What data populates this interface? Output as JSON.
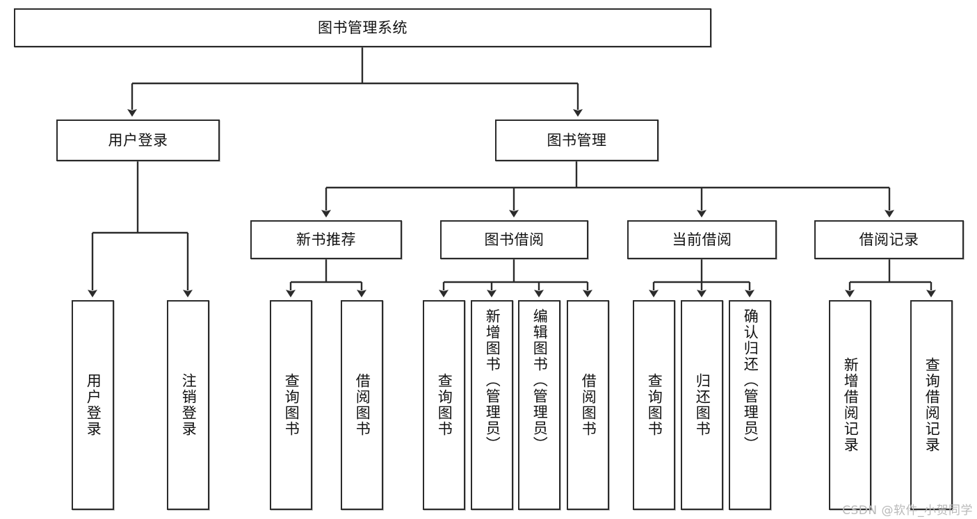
{
  "diagram": {
    "title": "图书管理系统",
    "type": "tree",
    "watermark": "CSDN @软件_小贺同学",
    "colors": {
      "box_border": "#2b2b2b",
      "box_fill": "#ffffff",
      "connector": "#2b2b2b",
      "watermark": "#b9b9b9",
      "background": "#ffffff"
    }
  },
  "nodes": {
    "root": {
      "label": "图书管理系统"
    },
    "level2": [
      {
        "id": "user-login",
        "label": "用户登录"
      },
      {
        "id": "book-management",
        "label": "图书管理"
      }
    ],
    "level3": [
      {
        "id": "new-book-recommend",
        "label": "新书推荐",
        "parent": "book-management"
      },
      {
        "id": "book-borrow",
        "label": "图书借阅",
        "parent": "book-management"
      },
      {
        "id": "current-borrow",
        "label": "当前借阅",
        "parent": "book-management"
      },
      {
        "id": "borrow-record",
        "label": "借阅记录",
        "parent": "book-management"
      }
    ],
    "level4": {
      "user-login": [
        {
          "id": "leaf-user-login",
          "label": "用户登录"
        },
        {
          "id": "leaf-user-logout",
          "label": "注销登录"
        }
      ],
      "new-book-recommend": [
        {
          "id": "leaf-query-book-1",
          "label": "查询图书"
        },
        {
          "id": "leaf-borrow-book-1",
          "label": "借阅图书"
        }
      ],
      "book-borrow": [
        {
          "id": "leaf-query-book-2",
          "label": "查询图书"
        },
        {
          "id": "leaf-add-book",
          "label": "新增图书（管理员）"
        },
        {
          "id": "leaf-edit-book",
          "label": "编辑图书（管理员）"
        },
        {
          "id": "leaf-borrow-book-2",
          "label": "借阅图书"
        }
      ],
      "current-borrow": [
        {
          "id": "leaf-query-book-3",
          "label": "查询图书"
        },
        {
          "id": "leaf-return-book",
          "label": "归还图书"
        },
        {
          "id": "leaf-confirm-return",
          "label": "确认归还（管理员）"
        }
      ],
      "borrow-record": [
        {
          "id": "leaf-add-record",
          "label": "新增借阅记录"
        },
        {
          "id": "leaf-query-record",
          "label": "查询借阅记录"
        }
      ]
    }
  }
}
